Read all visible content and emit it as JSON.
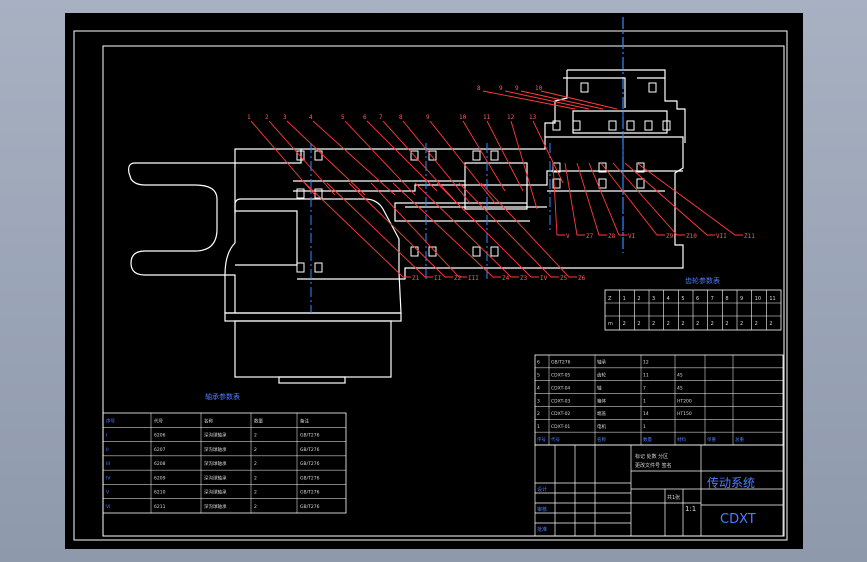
{
  "colors": {
    "outline": "#ffffff",
    "leader": "#ff3b3b",
    "centerline": "#2f8cff",
    "table_line": "#ffffff",
    "table_text_blue": "#3b6bff",
    "table_text_white": "#cfcfcf",
    "bearing": "#ffffff"
  },
  "callouts_top": [
    "1",
    "2",
    "3",
    "4",
    "5",
    "6",
    "7",
    "8",
    "9",
    "10",
    "11",
    "12",
    "13"
  ],
  "callouts_top_right": [
    "8",
    "9",
    "9",
    "10"
  ],
  "callouts_bottom": [
    "Z1",
    "II",
    "Z2",
    "III",
    "Z4",
    "Z3",
    "IV",
    "Z5",
    "Z6"
  ],
  "callouts_right": [
    "V",
    "Z7",
    "Z8",
    "VI",
    "Z9",
    "Z10",
    "VII",
    "Z11"
  ],
  "gear_table": {
    "title": "齿轮参数表",
    "header": [
      "Z",
      "1",
      "2",
      "3",
      "4",
      "5",
      "6",
      "7",
      "8",
      "9",
      "10",
      "11"
    ],
    "row1": [
      "m",
      "2",
      "2",
      "2",
      "2",
      "2",
      "2",
      "2",
      "2",
      "2",
      "2",
      "2"
    ]
  },
  "bearing_table": {
    "title": "轴承参数表",
    "rows": [
      [
        "序号",
        "代号",
        "名称",
        "数量",
        "备注"
      ],
      [
        "I",
        "6206",
        "深沟球轴承",
        "2",
        "GB/T276"
      ],
      [
        "II",
        "6207",
        "深沟球轴承",
        "2",
        "GB/T276"
      ],
      [
        "III",
        "6208",
        "深沟球轴承",
        "2",
        "GB/T276"
      ],
      [
        "IV",
        "6209",
        "深沟球轴承",
        "2",
        "GB/T276"
      ],
      [
        "V",
        "6210",
        "深沟球轴承",
        "2",
        "GB/T276"
      ],
      [
        "VI",
        "6211",
        "深沟球轴承",
        "2",
        "GB/T276"
      ]
    ]
  },
  "parts_list": {
    "rows": [
      [
        "6",
        "GB/T276",
        "轴承",
        "12",
        "",
        "",
        ""
      ],
      [
        "5",
        "CDXT-05",
        "齿轮",
        "11",
        "45",
        "",
        ""
      ],
      [
        "4",
        "CDXT-04",
        "轴",
        "7",
        "45",
        "",
        ""
      ],
      [
        "3",
        "CDXT-03",
        "箱体",
        "1",
        "HT200",
        "",
        ""
      ],
      [
        "2",
        "CDXT-02",
        "端盖",
        "14",
        "HT150",
        "",
        ""
      ],
      [
        "1",
        "CDXT-01",
        "电机",
        "1",
        "",
        "",
        ""
      ]
    ],
    "header": [
      "序号",
      "代号",
      "名称",
      "数量",
      "材料",
      "单重",
      "总重"
    ]
  },
  "title_block": {
    "title": "传动系统",
    "drawing_code": "CDXT",
    "scale": "1:1",
    "sheet": "共1张",
    "designer": "设计",
    "checker": "审核",
    "approver": "批准",
    "note1": "标记 处数 分区",
    "note2": "更改文件号 签名"
  }
}
